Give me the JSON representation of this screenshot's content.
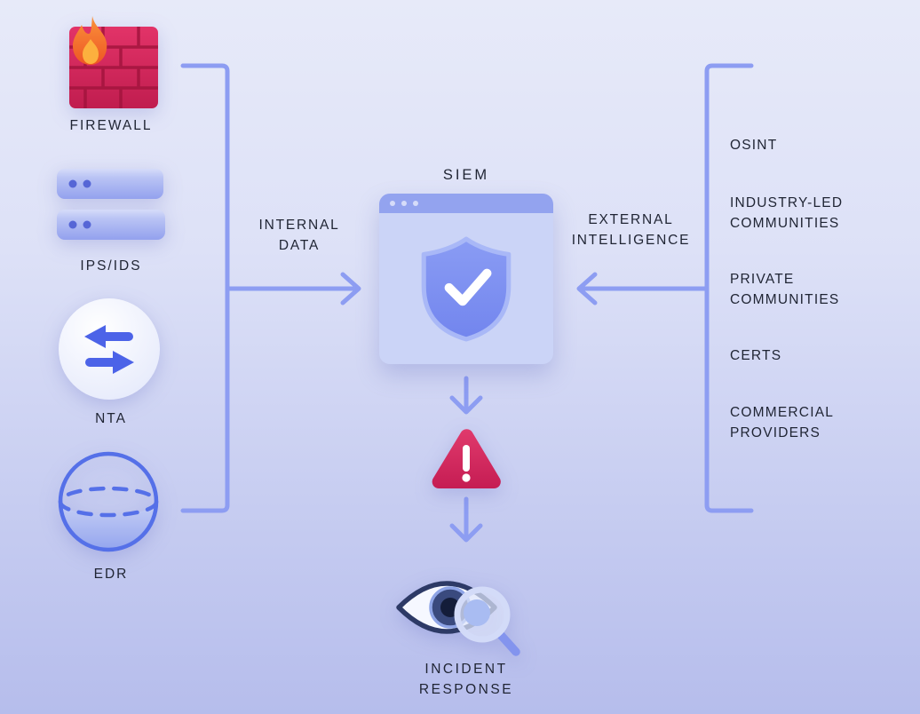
{
  "diagram": {
    "type": "siem-architecture",
    "left_sources": [
      {
        "label": "FIREWALL",
        "icon": "firewall-icon"
      },
      {
        "label": "IPS/IDS",
        "icon": "server-stack-icon"
      },
      {
        "label": "NTA",
        "icon": "network-traffic-icon"
      },
      {
        "label": "EDR",
        "icon": "honeypot-sphere-icon"
      }
    ],
    "flows": {
      "internal": "INTERNAL\nDATA",
      "external": "EXTERNAL\nINTELLIGENCE"
    },
    "center": {
      "siem_label": "SIEM",
      "siem_icon": "shield-check-browser-icon",
      "alert_icon": "warning-triangle-icon",
      "incident_icon": "eye-magnifier-icon",
      "incident_label": "INCIDENT\nRESPONSE"
    },
    "right_sources": [
      "OSINT",
      "INDUSTRY-LED\nCOMMUNITIES",
      "PRIVATE\nCOMMUNITIES",
      "CERTS",
      "COMMERCIAL\nPROVIDERS"
    ],
    "colors": {
      "bg-top": "#e7eaf9",
      "bg-bottom": "#b6bdec",
      "line": "#8d9df2",
      "text": "#1f2433",
      "brick": "#d6295b",
      "flame": "#f5822d",
      "alert": "#d12558",
      "accent-blue": "#4c63e8",
      "panel": "#cbd4f7",
      "panel-bar": "#93a3ef",
      "shield": "#7e93f2"
    }
  }
}
